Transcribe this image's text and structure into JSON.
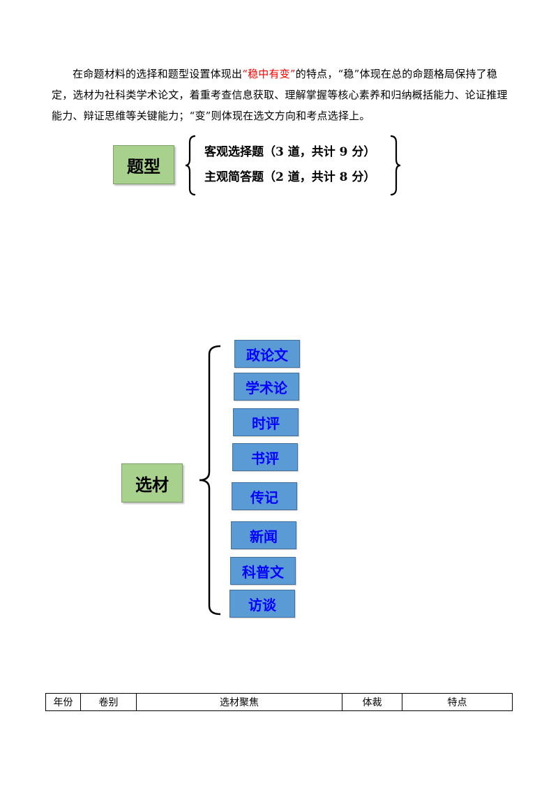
{
  "intro": {
    "before": "在命题材料的选择和题型设置体现出",
    "highlight": "“稳中有变”",
    "after": "的特点，“稳”体现在总的命题格局保持了稳定，选材为社科类学术论文，着重考查信息获取、理解掌握等核心素养和归纳概括能力、论证推理能力、辩证思维等关键能力；“变”则体现在选文方向和考点选择上。"
  },
  "question_types": {
    "label": "题型",
    "items": [
      "客观选择题（3 道，共计 9 分）",
      "主观简答题（2 道，共计 8 分）"
    ]
  },
  "materials": {
    "label": "选材",
    "items": [
      "政论文",
      "学术论",
      "时评",
      "书评",
      "传记",
      "新闻",
      "科普文",
      "访谈"
    ]
  },
  "table": {
    "headers": [
      "年份",
      "卷别",
      "选材聚焦",
      "体裁",
      "特点"
    ]
  },
  "colors": {
    "highlight": "#ff0000",
    "label_fill": "#a9d18e",
    "category_fill": "#5b9bd5",
    "category_text": "#0000ff"
  }
}
